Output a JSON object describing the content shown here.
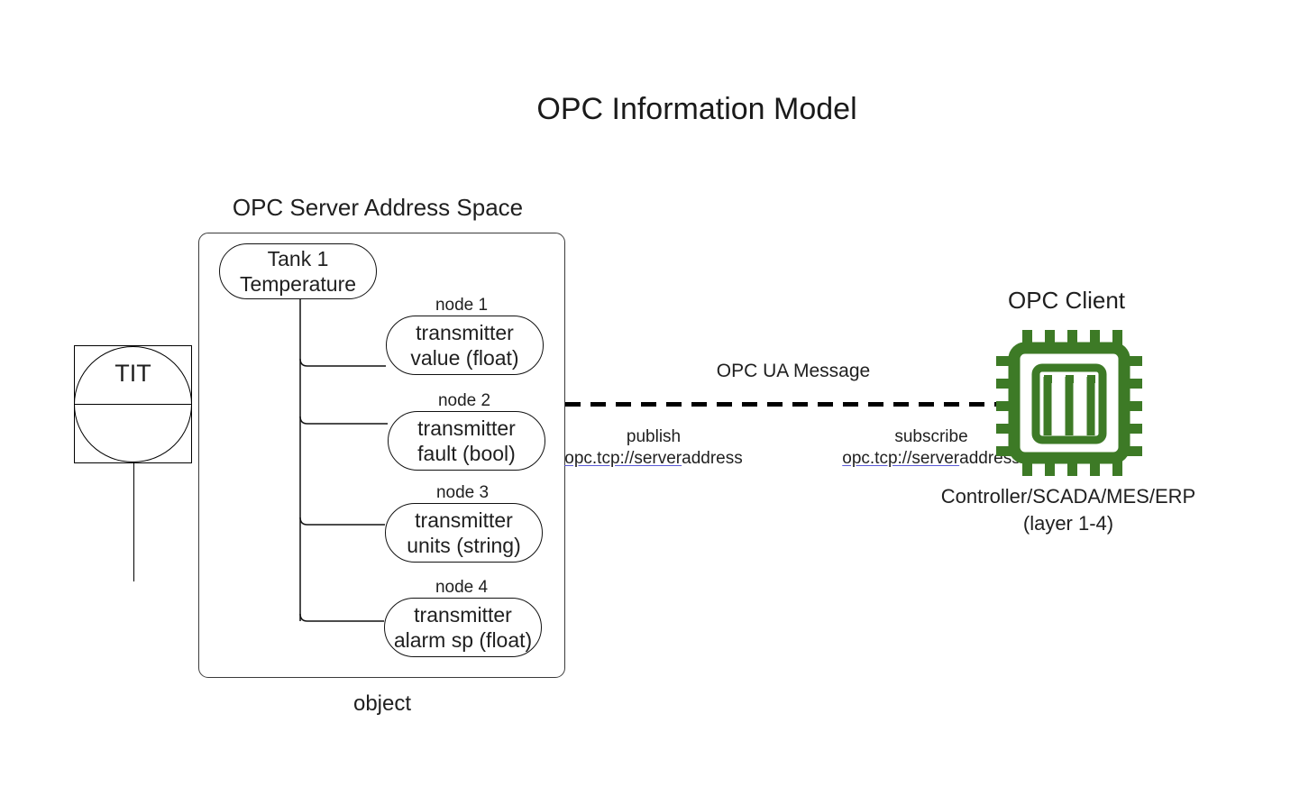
{
  "title": "OPC Information Model",
  "colors": {
    "chip_green": "#3d7a26",
    "stroke": "#111111",
    "box_stroke": "#3b3b3b",
    "link_underline": "#5a5ad6",
    "text": "#1f1f1f",
    "background": "#ffffff"
  },
  "instrument": {
    "tag": "TIT",
    "icon": "instrument-balloon-icon"
  },
  "server": {
    "caption": "OPC Server Address Space",
    "footer_caption": "object",
    "root_node": {
      "line1": "Tank 1",
      "line2": "Temperature",
      "label": "Tank 1\nTemperature"
    },
    "nodes": [
      {
        "caption": "node 1",
        "line1": "transmitter",
        "line2": "value (float)",
        "label": "transmitter\nvalue (float)"
      },
      {
        "caption": "node 2",
        "line1": "transmitter",
        "line2": "fault (bool)",
        "label": "transmitter\nfault (bool)"
      },
      {
        "caption": "node 3",
        "line1": "transmitter",
        "line2": "units (string)",
        "label": "transmitter\nunits (string)"
      },
      {
        "caption": "node 4",
        "line1": "transmitter",
        "line2": "alarm sp (float)",
        "label": "transmitter\nalarm sp (float)"
      }
    ]
  },
  "link": {
    "caption": "OPC UA Message",
    "style": "dashed",
    "publish": {
      "verb": "publish",
      "uri_link": "opc.tcp://server",
      "uri_tail": "address",
      "uri_full": "opc.tcp://serveraddress"
    },
    "subscribe": {
      "verb": "subscribe",
      "uri_link": "opc.tcp://server",
      "uri_tail": "address",
      "uri_full": "opc.tcp://serveraddress"
    }
  },
  "client": {
    "caption": "OPC Client",
    "icon": "cpu-chip-icon",
    "subtitle_line1": "Controller/SCADA/MES/ERP",
    "subtitle_line2": "(layer 1-4)",
    "subtitle": "Controller/SCADA/MES/ERP\n(layer 1-4)"
  }
}
